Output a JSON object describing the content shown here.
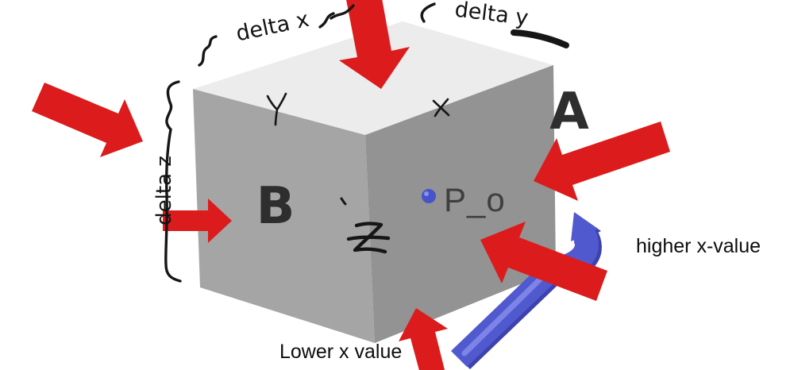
{
  "diagram": {
    "dimension_labels": {
      "delta_x": "delta x",
      "delta_y": "delta y",
      "delta_z": "delta z"
    },
    "face_labels": {
      "right_face": "A",
      "left_face": "B"
    },
    "point_label": "P_o",
    "annotations": {
      "higher_x": "higher x-value",
      "lower_x": "Lower x value"
    },
    "marks": [
      "hand-drawn-bracket-delta-x",
      "hand-drawn-bracket-delta-y",
      "hand-drawn-bracket-delta-z",
      "hand-drawn-y-tick",
      "hand-drawn-x-tick",
      "hand-drawn-z-strikethrough",
      "hand-drawn-dot-tick"
    ],
    "colors": {
      "arrow_red": "#dc1c1c",
      "arrow_blue": "#5159ce",
      "arrow_blue_dark": "#3c42ae",
      "arrow_blue_light": "#7d84e8",
      "point_dot": "#4753c9",
      "point_dot_light": "#8a92ea",
      "cube_top": "#ececec",
      "cube_left": "#a5a5a5",
      "cube_right": "#939393",
      "ink": "#161616"
    }
  }
}
